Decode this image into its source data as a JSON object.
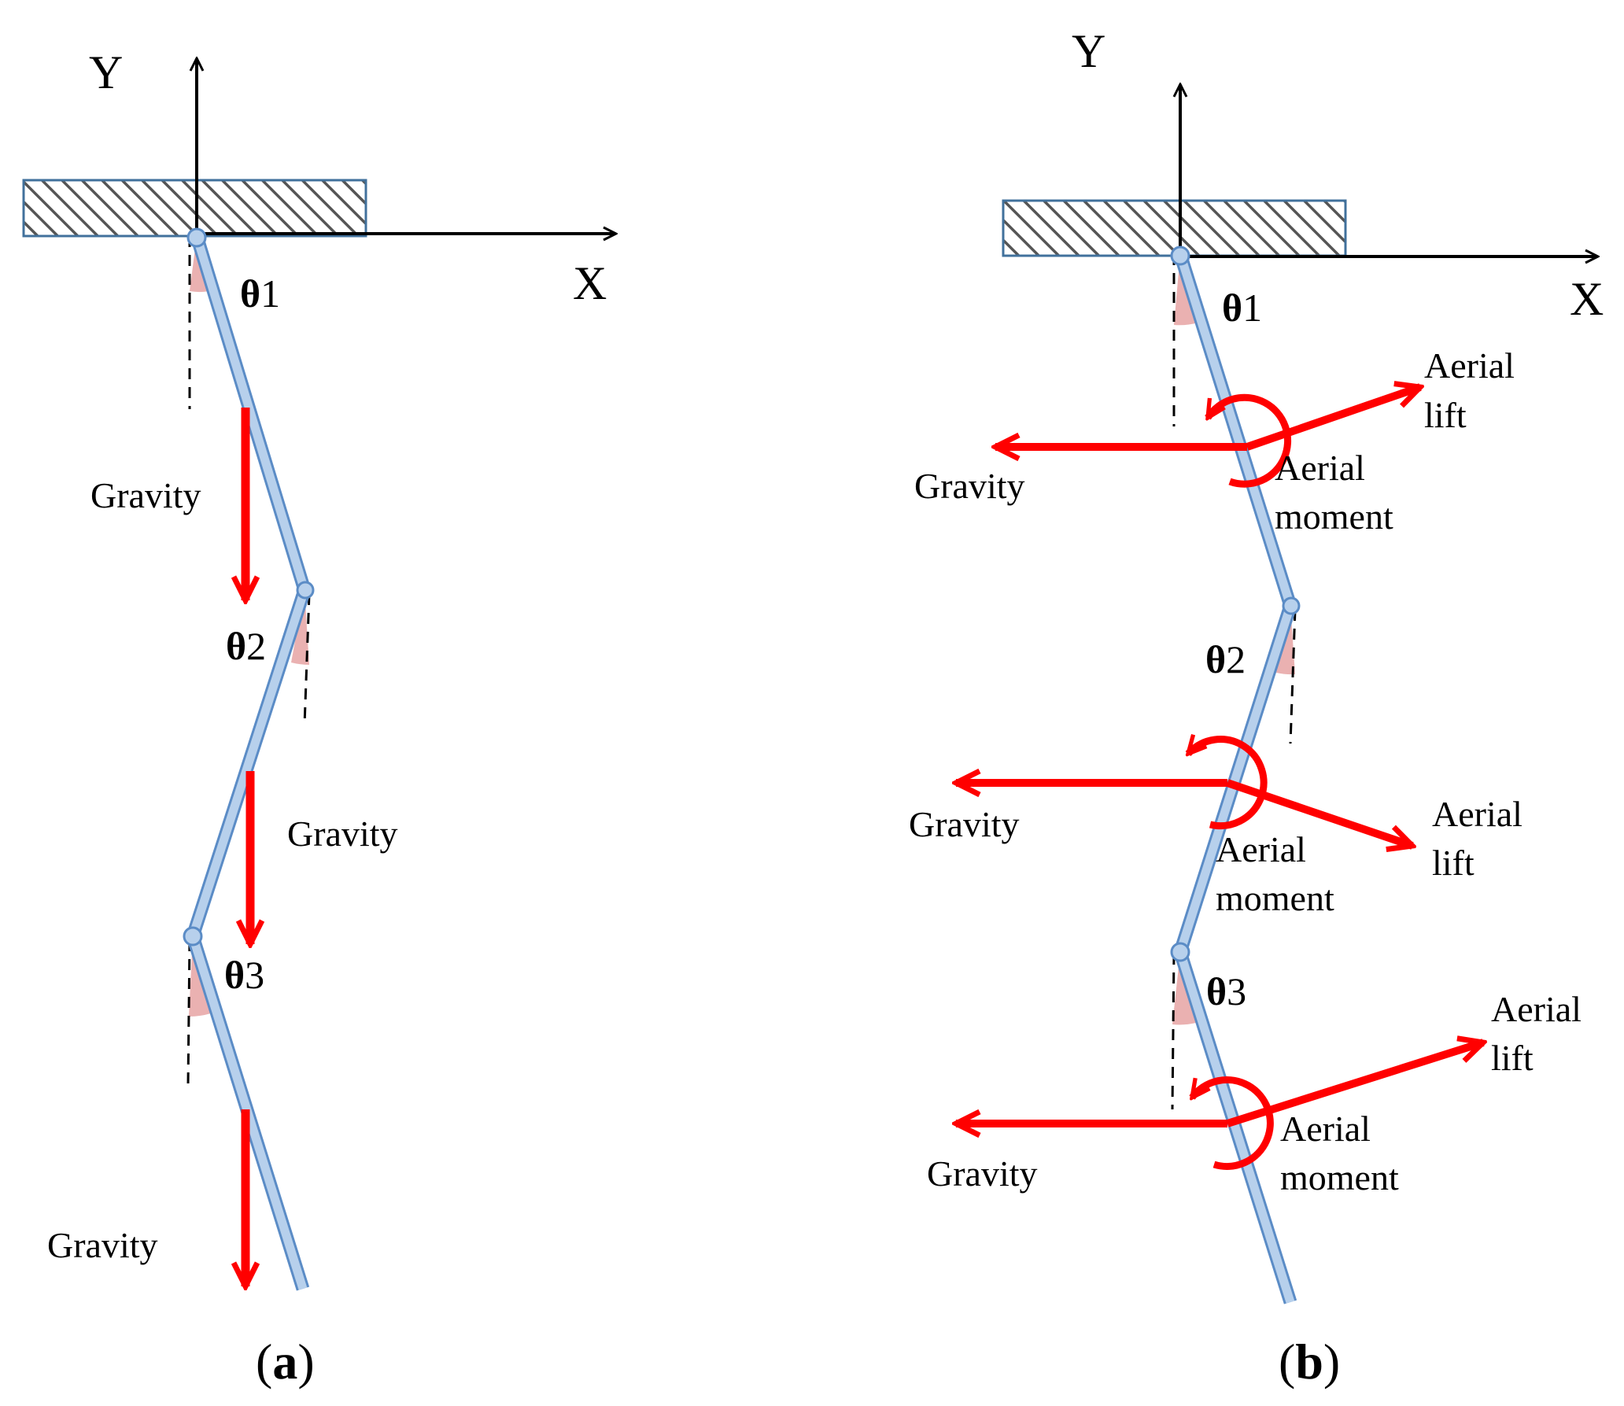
{
  "colors": {
    "link_fill": "#b7d0ec",
    "link_stroke": "#5b8cc6",
    "force": "#ff0000",
    "angle_wedge": "#e8a9a9",
    "base_stroke": "#41719c",
    "hatch": "#555555",
    "axis": "#000000"
  },
  "panel_a": {
    "caption": {
      "open": "(",
      "letter": "a",
      "close": ")"
    },
    "axis_x": "X",
    "axis_y": "Y",
    "theta1": {
      "sym": "θ",
      "num": "1"
    },
    "theta2": {
      "sym": "θ",
      "num": "2"
    },
    "theta3": {
      "sym": "θ",
      "num": "3"
    },
    "gravity1": "Gravity",
    "gravity2": "Gravity",
    "gravity3": "Gravity"
  },
  "panel_b": {
    "caption": {
      "open": "(",
      "letter": "b",
      "close": ")"
    },
    "axis_x": "X",
    "axis_y": "Y",
    "theta1": {
      "sym": "θ",
      "num": "1"
    },
    "theta2": {
      "sym": "θ",
      "num": "2"
    },
    "theta3": {
      "sym": "θ",
      "num": "3"
    },
    "gravity1": "Gravity",
    "gravity2": "Gravity",
    "gravity3": "Gravity",
    "lift1": {
      "l1": "Aerial",
      "l2": "lift"
    },
    "lift2": {
      "l1": "Aerial",
      "l2": "lift"
    },
    "lift3": {
      "l1": "Aerial",
      "l2": "lift"
    },
    "moment1": {
      "l1": "Aerial",
      "l2": "moment"
    },
    "moment2": {
      "l1": "Aerial",
      "l2": "moment"
    },
    "moment3": {
      "l1": "Aerial",
      "l2": "moment"
    }
  }
}
